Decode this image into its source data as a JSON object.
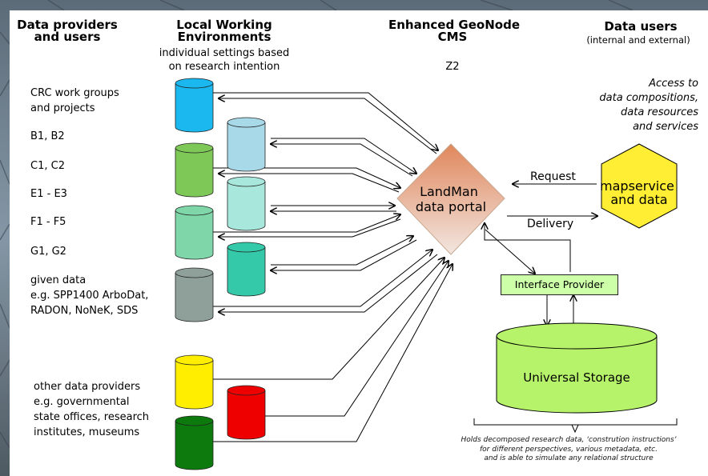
{
  "headers": {
    "providers": "Data providers\nand users",
    "local": "Local Working\nEnvironments",
    "local_sub": "individual settings based\non research intention",
    "geonode": "Enhanced GeoNode\nCMS",
    "geonode_sub": "Z2",
    "users": "Data users",
    "users_sub": "(internal and external)"
  },
  "left_labels": [
    "CRC work groups\nand projects",
    "B1, B2",
    "C1, C2",
    "E1 - E3",
    "F1 - F5",
    "G1, G2",
    "given data\ne.g. SPP1400 ArboDat,\nRADON, NoNeK, SDS",
    "other data providers\ne.g. governmental\nstate offices, research\ninstitutes, museums"
  ],
  "access_text": "Access to\ndata compositions,\ndata resources\nand services",
  "portal_label": "LandMan\ndata portal",
  "request_label": "Request",
  "delivery_label": "Delivery",
  "mapservice_label": "mapservice\nand data",
  "interface_label": "Interface Provider",
  "storage_label": "Universal Storage",
  "storage_note": "Holds decomposed research data, ‘constrution instructions’\nfor different perspectives, various metadata, etc.\nand is able to simulate any relational structure",
  "colors": {
    "portal": "#d9926a",
    "hexagon": "#ffee33",
    "storage": "#b6f36a",
    "interface_box": "#ccffa8",
    "background_photo": "#6f7f8f"
  },
  "cylinder_colors": [
    "#1ab8ee",
    "#a8d9e8",
    "#7ec858",
    "#a8e8dc",
    "#7fd6a8",
    "#33c9a9",
    "#8fa09a",
    "#ffee00",
    "#ee0000",
    "#0c7a0c"
  ]
}
